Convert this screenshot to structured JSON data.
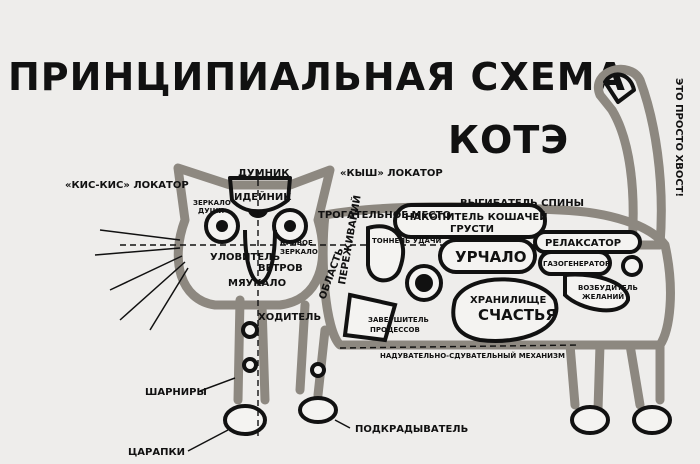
{
  "title": {
    "line1": "ПРИНЦИПИАЛЬНАЯ СХЕМА",
    "line2": "КОТЭ"
  },
  "labels": {
    "tail": "ЭТО ПРОСТО ХВОСТ!",
    "dumnik": "ДУМНИК",
    "kysh_locator": "«КЫШ» ЛОКАТОР",
    "kis_locator": "«КИС-КИС» ЛОКАТОР",
    "mirror_soul_1": "ЗЕРКАЛО",
    "mirror_soul_2": "ДУШИ",
    "ideynik": "ИДЕЙНИК",
    "crooked_mirror_1": "КРИВОЕ",
    "crooked_mirror_2": "ЗЕРКАЛО",
    "wind_catcher_1": "УЛОВИТЕЛЬ",
    "wind_catcher_2": "ВЕТРОВ",
    "meower": "МЯУКАЛО",
    "touching_place": "ТРОГАТЕЛЬНОЕ МЕСТО",
    "back_arch": "ВЫГИБАТЕЛЬ СПИНЫ",
    "sadness_1": "НАКОПИТЕЛЬ КОШАЧЕЙ",
    "sadness_2": "ГРУСТИ",
    "relaxator": "РЕЛАКСАТОР",
    "luck_tunnel": "ТОННЕЛЬ УДАЧИ",
    "purrer": "УРЧАЛО",
    "gas_generator": "ГАЗОГЕНЕРАТОР",
    "emotions_1": "ОБЛАСТЬ",
    "emotions_2": "ПЕРЕЖИВАНИЙ",
    "walker": "ХОДИТЕЛЬ",
    "finisher_1": "ЗАВЕРШИТЕЛЬ",
    "finisher_2": "ПРОЦЕССОВ",
    "happiness_1": "ХРАНИЛИЩЕ",
    "happiness_2": "СЧАСТЬЯ",
    "desire_1": "ВОЗБУДИТЕЛЬ",
    "desire_2": "ЖЕЛАНИЙ",
    "inflate": "НАДУВАТЕЛЬНО-СДУВАТЕЛЬНЫЙ МЕХАНИЗМ",
    "hinges": "ШАРНИРЫ",
    "claws": "ЦАРАПКИ",
    "sneaker": "ПОДКРАДЫВАТЕЛЬ"
  }
}
